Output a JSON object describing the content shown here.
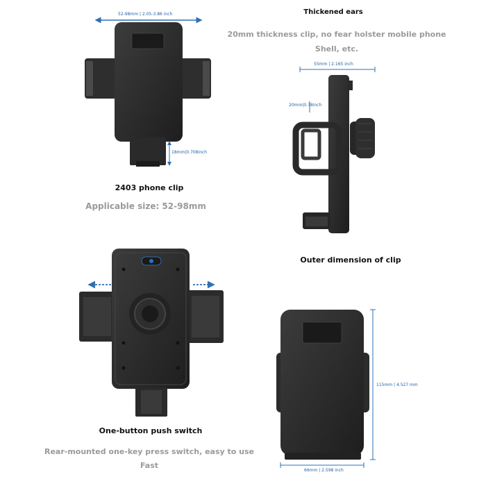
{
  "panels": {
    "top_left": {
      "width_dim": "52-98mm | 2.05-3.86 inch",
      "bottom_dim": "18mm|0.708inch",
      "title": "2403 phone clip",
      "subtitle": "Applicable size: 52-98mm"
    },
    "top_right": {
      "title": "Thickened ears",
      "description_line1": "20mm thickness clip, no fear holster mobile phone",
      "description_line2": "Shell, etc.",
      "width_dim": "55mm | 2.165 inch",
      "thickness_dim": "20mm|0.78inch"
    },
    "bottom_left": {
      "title": "One-button push switch",
      "description_line1": "Rear-mounted one-key press switch, easy to use",
      "description_line2": "Fast"
    },
    "bottom_right": {
      "title": "Outer dimension of clip",
      "height_dim": "115mm | 4.527 mm",
      "width_dim": "66mm | 2.598 inch"
    }
  },
  "colors": {
    "dimension_blue": "#2f6fb6",
    "holder_dark": "#2b2b2b",
    "holder_mid": "#3a3a3a",
    "text_grey": "#9a9a9a"
  }
}
